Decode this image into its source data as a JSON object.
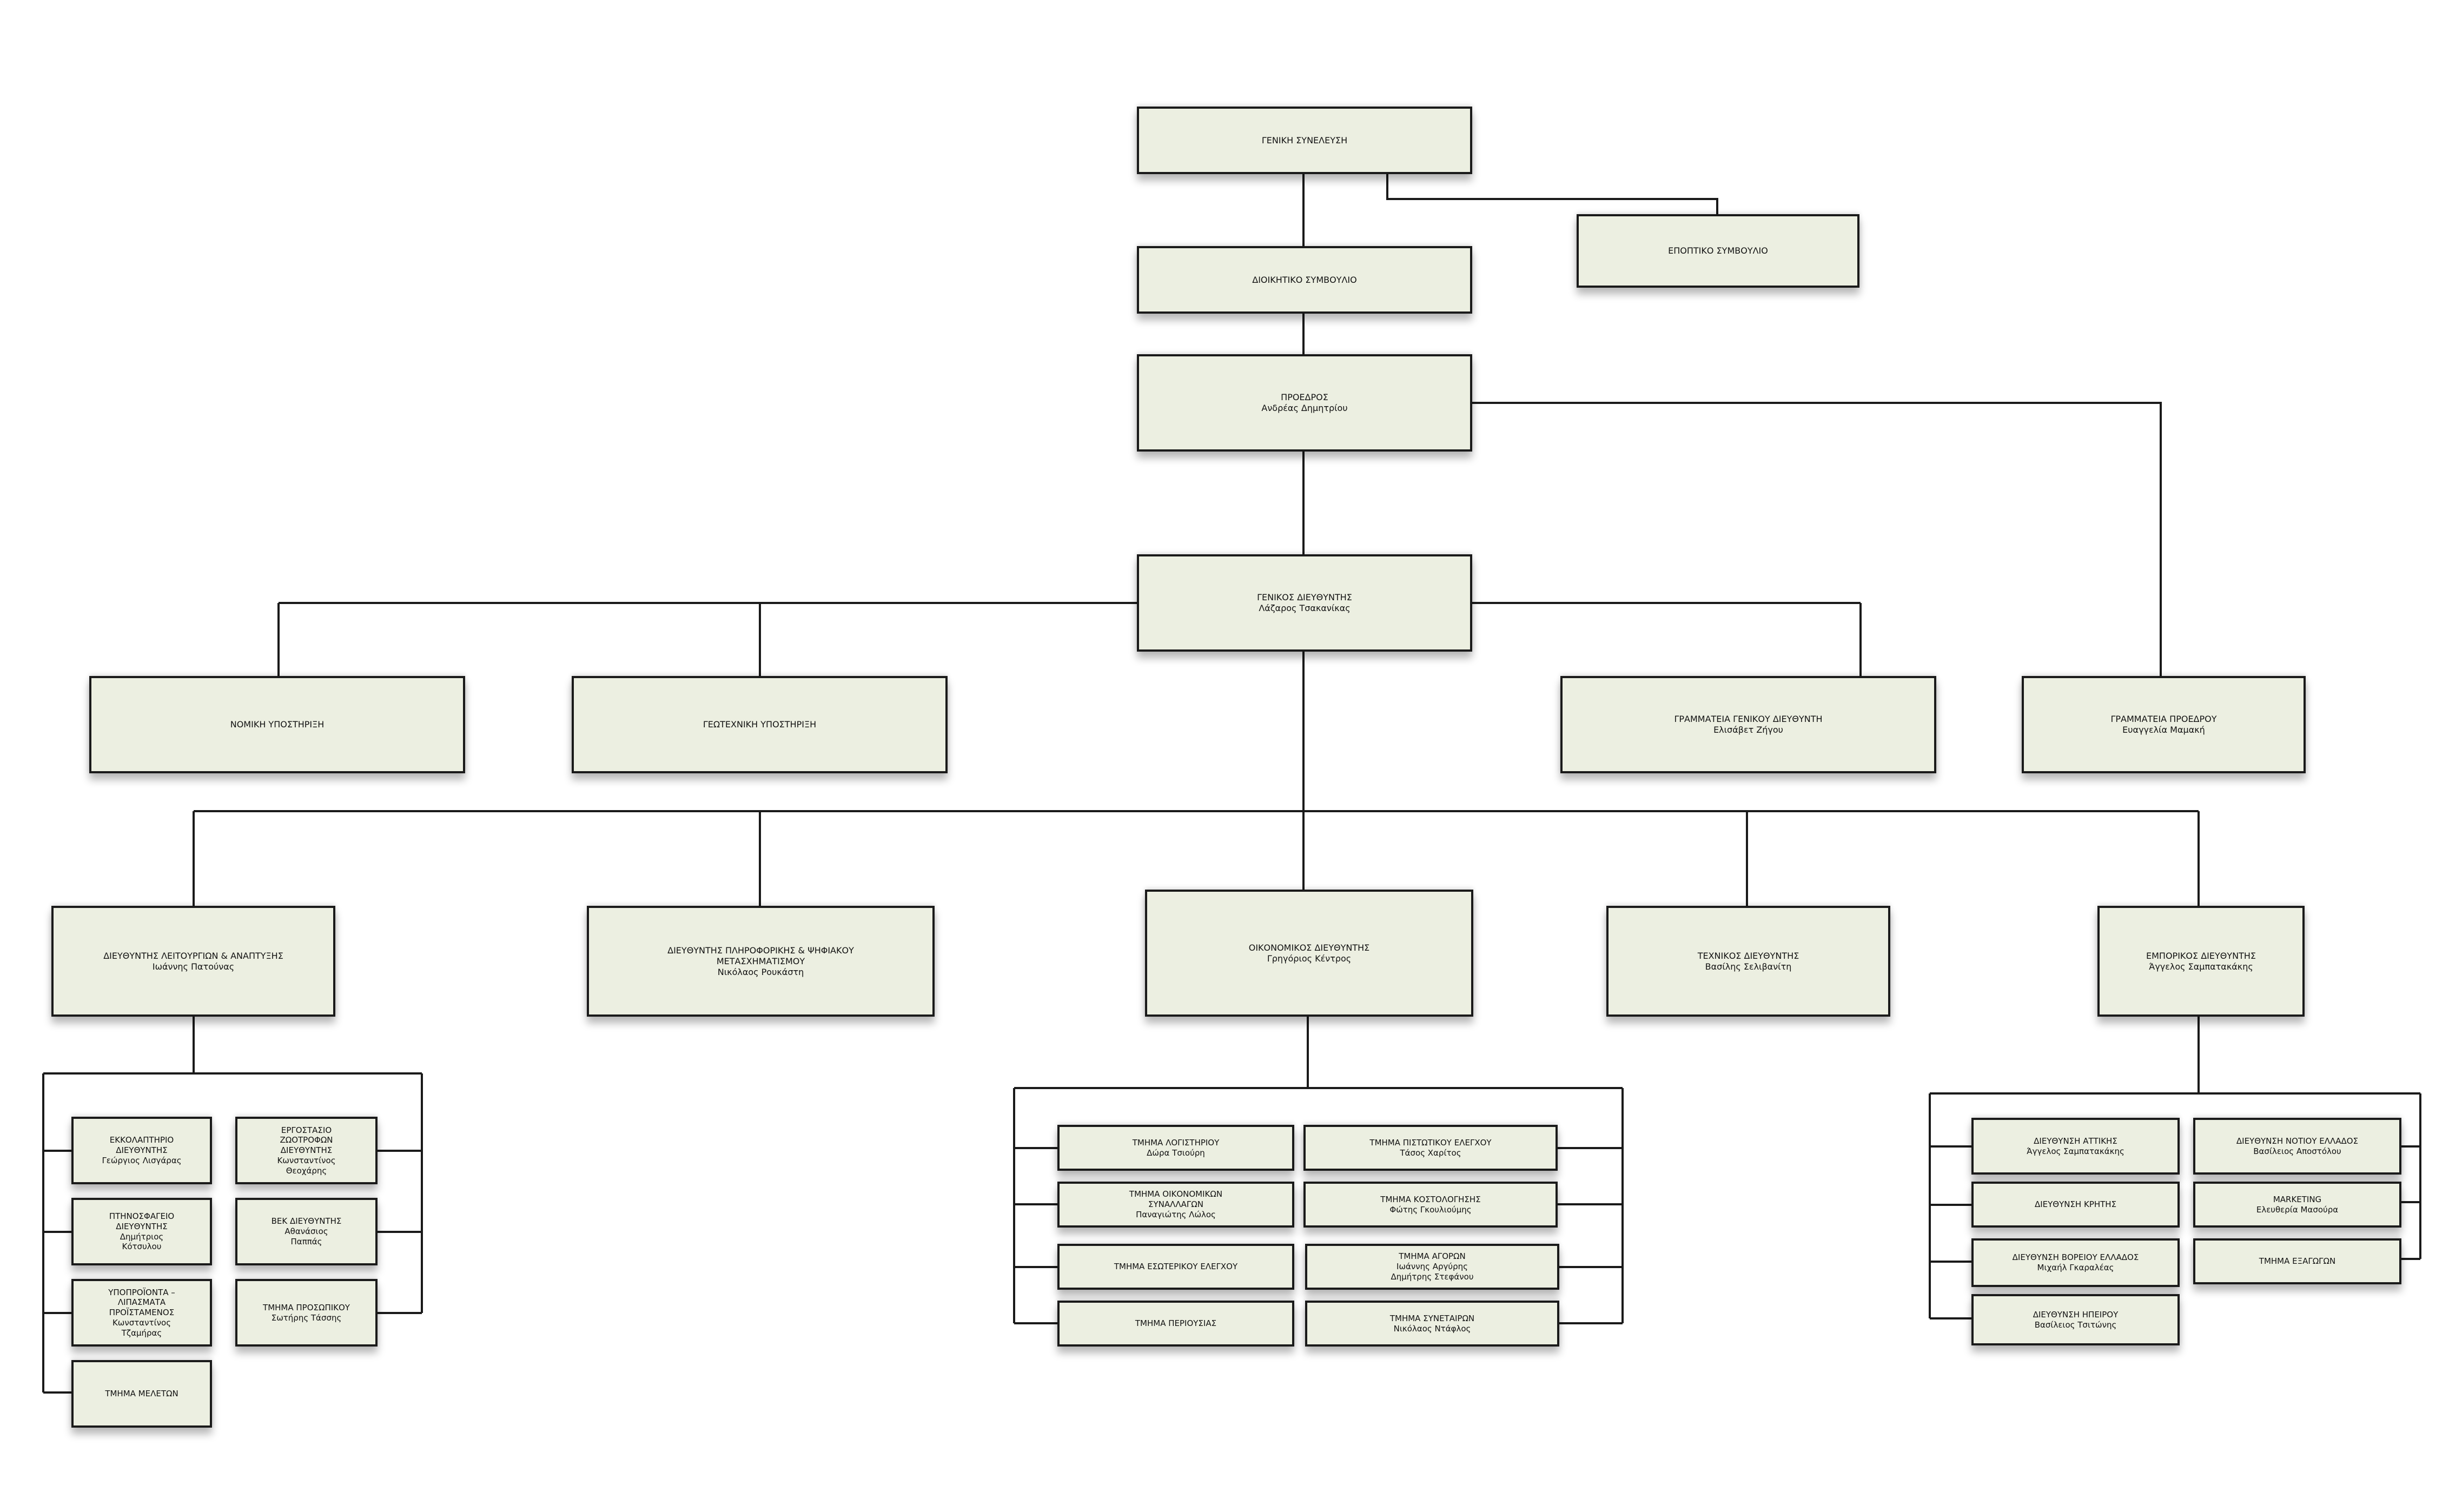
{
  "colors": {
    "box_fill": "#ecefe1",
    "box_border": "#1a1a1a",
    "line": "#1a1a1a"
  },
  "nodes": {
    "general_assembly": {
      "title": "ΓΕΝΙΚΗ ΣΥΝΕΛΕΥΣΗ"
    },
    "supervisory_board": {
      "title": "ΕΠΟΠΤΙΚΟ ΣΥΜΒΟΥΛΙΟ"
    },
    "board_of_directors": {
      "title": "ΔΙΟΙΚΗΤΙΚΟ ΣΥΜΒΟΥΛΙΟ"
    },
    "president": {
      "title": "ΠΡΟΕΔΡΟΣ",
      "person": "Ανδρέας Δημητρίου"
    },
    "general_manager": {
      "title": "ΓΕΝΙΚΟΣ ΔΙΕΥΘΥΝΤΗΣ",
      "person": "Λάζαρος Τσακανίκας"
    },
    "legal_support": {
      "title": "ΝΟΜΙΚΗ ΥΠΟΣΤΗΡΙΞΗ"
    },
    "geotech_support": {
      "title": "ΓΕΩΤΕΧΝΙΚΗ ΥΠΟΣΤΗΡΙΞΗ"
    },
    "gm_secretariat": {
      "title": "ΓΡΑΜΜΑΤΕΙΑ ΓΕΝΙΚΟΥ ΔΙΕΥΘΥΝΤΗ",
      "person": "Ελισάβετ Ζήγου"
    },
    "president_secretariat": {
      "title": "ΓΡΑΜΜΑΤΕΙΑ ΠΡΟΕΔΡΟΥ",
      "person": "Ευαγγελία Μαμακή"
    },
    "operations_director": {
      "title": "ΔΙΕΥΘΥΝΤΗΣ ΛΕΙΤΟΥΡΓΙΩΝ & ΑΝΑΠΤΥΞΗΣ",
      "person": "Ιωάννης  Πατούνας"
    },
    "it_director": {
      "title": "ΔΙΕΥΘΥΝΤΗΣ ΠΛΗΡΟΦΟΡΙΚΗΣ & ΨΗΦΙΑΚΟΥ\nΜΕΤΑΣΧΗΜΑΤΙΣΜΟΥ",
      "person": "Νικόλαος  Ρουκάστη"
    },
    "finance_director": {
      "title": "ΟΙΚΟΝΟΜΙΚΟΣ ΔΙΕΥΘΥΝΤΗΣ",
      "person": "Γρηγόριος Κέντρος"
    },
    "technical_director": {
      "title": "ΤΕΧΝΙΚΟΣ ΔΙΕΥΘΥΝΤΗΣ",
      "person": "Βασίλης Σελιβανίτη"
    },
    "commercial_director": {
      "title": "ΕΜΠΟΡΙΚΟΣ ΔΙΕΥΘΥΝΤΗΣ",
      "person": "Άγγελος Σαμπατακάκης"
    },
    "hatchery": {
      "title": "ΕΚΚΟΛΑΠΤΗΡΙΟ\nΔΙΕΥΘΥΝΤΗΣ",
      "person": "Γεώργιος Λισγάρας"
    },
    "feed_factory": {
      "title": "ΕΡΓΟΣΤΑΣΙΟ\nΖΩΟΤΡΟΦΩΝ\nΔΙΕΥΘΥΝΤΗΣ",
      "person": "Κωνσταντίνος\nΘεοχάρης"
    },
    "slaughterhouse": {
      "title": "ΠΤΗΝΟΣΦΑΓΕΙΟ\nΔΙΕΥΘΥΝΤΗΣ",
      "person": "Δημήτριος\nΚότσυλου"
    },
    "vek_director": {
      "title": "ΒΕΚ ΔΙΕΥΘΥΝΤΗΣ",
      "person": "Αθανάσιος\nΠαππάς"
    },
    "byproducts": {
      "title": "ΥΠΟΠΡΟΪΟΝΤΑ –\nΛΙΠΑΣΜΑΤΑ\nΠΡΟΪΣΤΑΜΕΝΟΣ",
      "person": "Κωνσταντίνος\nΤζαμήρας"
    },
    "personnel_dept": {
      "title": "ΤΜΗΜΑ ΠΡΟΣΩΠΙΚΟΥ",
      "person": "Σωτήρης Τάσσης"
    },
    "studies_dept": {
      "title": "ΤΜΗΜΑ ΜΕΛΕΤΩΝ"
    },
    "accounting_dept": {
      "title": "ΤΜΗΜΑ ΛΟΓΙΣΤΗΡΙΟΥ",
      "person": "Δώρα Τσιούρη"
    },
    "credit_control_dept": {
      "title": "ΤΜΗΜΑ ΠΙΣΤΩΤΙΚΟΥ ΕΛΕΓΧΟΥ",
      "person": "Τάσος Χαρίτος"
    },
    "financial_transactions_dept": {
      "title": "ΤΜΗΜΑ ΟΙΚΟΝΟΜΙΚΩΝ\nΣΥΝΑΛΛΑΓΩΝ",
      "person": "Παναγιώτης Λώλος"
    },
    "costing_dept": {
      "title": "ΤΜΗΜΑ ΚΟΣΤΟΛΟΓΗΣΗΣ",
      "person": "Φώτης Γκουλιούμης"
    },
    "internal_audit_dept": {
      "title": "ΤΜΗΜΑ ΕΣΩΤΕΡΙΚΟΥ ΕΛΕΓΧΟΥ"
    },
    "purchasing_dept": {
      "title": "ΤΜΗΜΑ ΑΓΟΡΩΝ",
      "person": "Ιωάννης  Αργύρης\nΔημήτρης Στεφάνου"
    },
    "assets_dept": {
      "title": "ΤΜΗΜΑ ΠΕΡΙΟΥΣΙΑΣ"
    },
    "partners_dept": {
      "title": "ΤΜΗΜΑ ΣΥΝΕΤΑΙΡΩΝ",
      "person": "Νικόλαος Ντάφλος"
    },
    "attica_directorate": {
      "title": "ΔΙΕΥΘΥΝΣΗ ΑΤΤΙΚΗΣ",
      "person": "Άγγελος Σαμπατακάκης"
    },
    "south_greece_directorate": {
      "title": "ΔΙΕΥΘΥΝΣΗ ΝΟΤΙΟΥ ΕΛΛΑΔΟΣ",
      "person": "Βασίλειος Αποστόλου"
    },
    "crete_directorate": {
      "title": "ΔΙΕΥΘΥΝΣΗ ΚΡΗΤΗΣ"
    },
    "marketing": {
      "title": "MARKETING",
      "person": "Ελευθερία Μασούρα"
    },
    "north_greece_directorate": {
      "title": "ΔΙΕΥΘΥΝΣΗ ΒΟΡΕΙΟΥ ΕΛΛΑΔΟΣ",
      "person": "Μιχαήλ Γκαραλέας"
    },
    "exports_dept": {
      "title": "ΤΜΗΜΑ ΕΞΑΓΩΓΩΝ"
    },
    "epirus_directorate": {
      "title": "ΔΙΕΥΘΥΝΣΗ ΗΠΕΙΡΟΥ",
      "person": "Βασίλειος Τσιτώνης"
    }
  }
}
